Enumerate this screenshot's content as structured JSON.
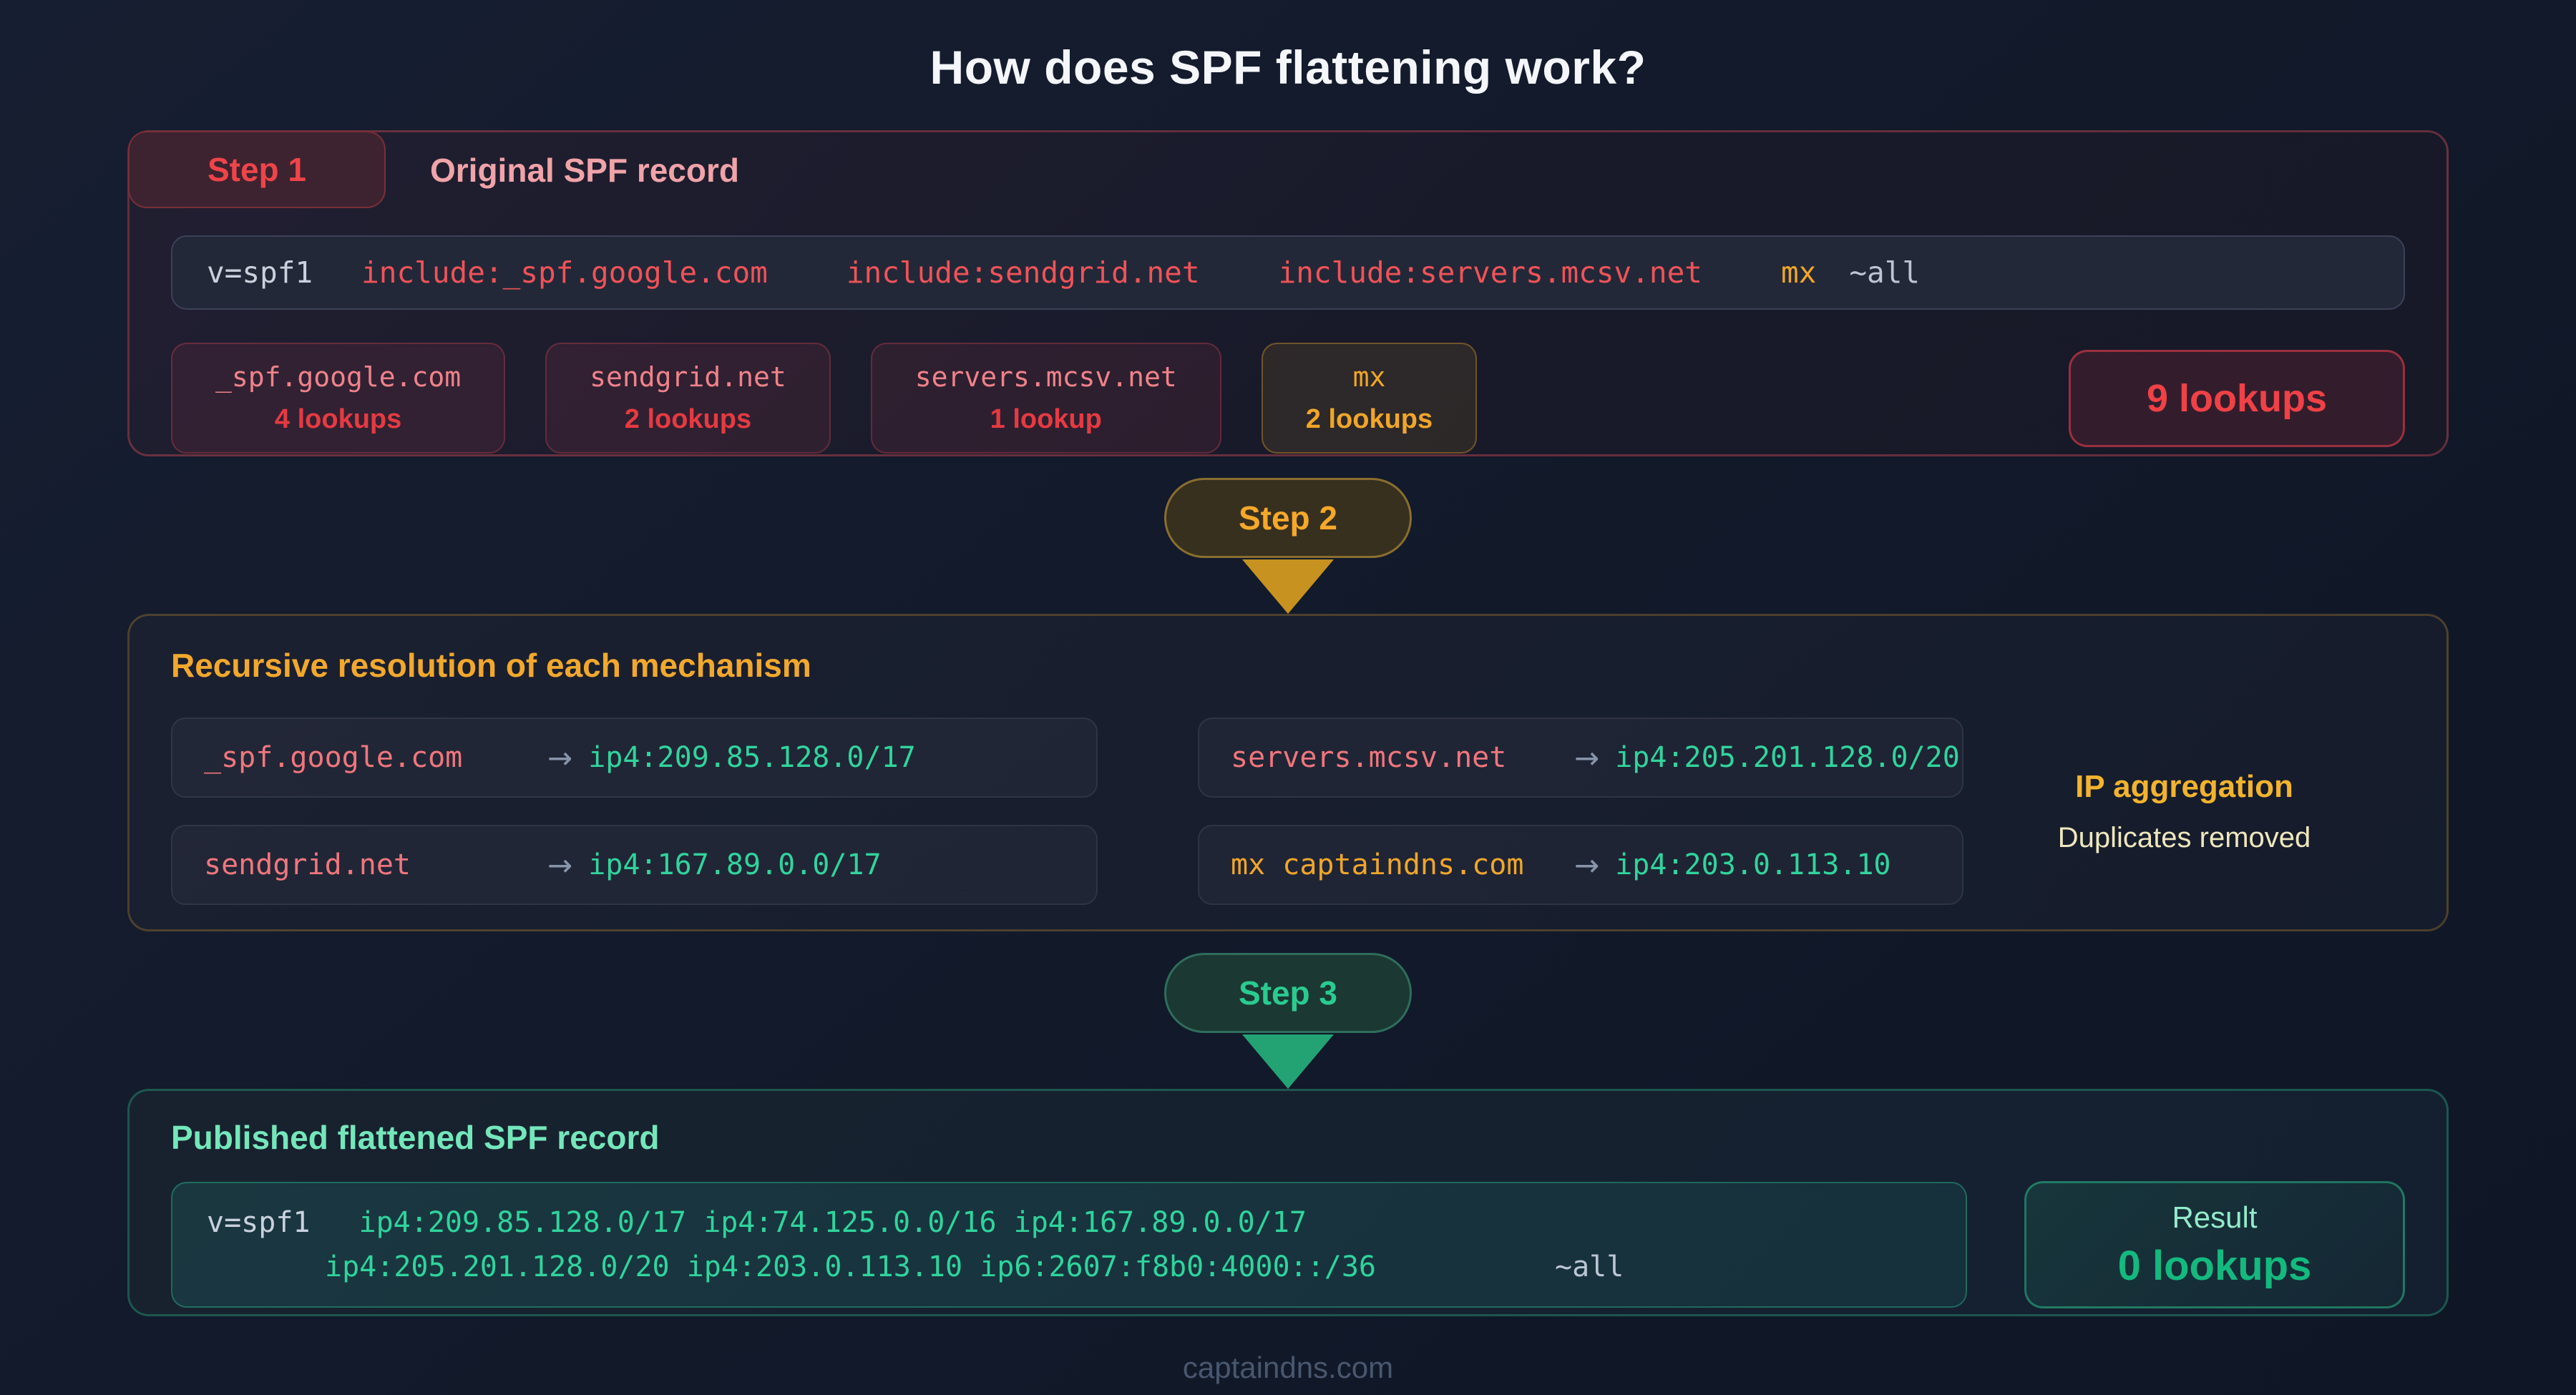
{
  "title": "How does SPF flattening work?",
  "footer": "captaindns.com",
  "colors": {
    "background": "#121a2b",
    "red_accent": "#ef4146",
    "pink_text": "#f0a3a8",
    "amber_accent": "#f0a62a",
    "green_accent": "#2fd49c",
    "result_green": "#14b97e",
    "muted_gray": "#bcc5d2"
  },
  "step1": {
    "badge": "Step 1",
    "heading": "Original SPF record",
    "record": {
      "version": "v=spf1",
      "include1": "include:_spf.google.com",
      "include2": "include:sendgrid.net",
      "include3": "include:servers.mcsv.net",
      "mx": "mx",
      "all": "~all"
    },
    "chips": [
      {
        "label": "_spf.google.com",
        "count": "4 lookups"
      },
      {
        "label": "sendgrid.net",
        "count": "2 lookups"
      },
      {
        "label": "servers.mcsv.net",
        "count": "1 lookup"
      },
      {
        "label": "mx",
        "count": "2 lookups"
      }
    ],
    "total": "9 lookups"
  },
  "step2": {
    "badge": "Step 2",
    "heading": "Recursive resolution of each mechanism",
    "arrow": "→",
    "rows": [
      {
        "source": "_spf.google.com",
        "result": "ip4:209.85.128.0/17"
      },
      {
        "source": "servers.mcsv.net",
        "result": "ip4:205.201.128.0/20"
      },
      {
        "source": "sendgrid.net",
        "result": "ip4:167.89.0.0/17"
      },
      {
        "source": "mx captaindns.com",
        "result": "ip4:203.0.113.10"
      }
    ],
    "aside": {
      "title": "IP aggregation",
      "subtitle": "Duplicates removed"
    }
  },
  "step3": {
    "badge": "Step 3",
    "heading": "Published flattened SPF record",
    "record": {
      "version": "v=spf1",
      "line1_ips": "ip4:209.85.128.0/17 ip4:74.125.0.0/16 ip4:167.89.0.0/17",
      "line2_ips": "ip4:205.201.128.0/20 ip4:203.0.113.10 ip6:2607:f8b0:4000::/36",
      "all": "~all"
    },
    "result": {
      "label": "Result",
      "value": "0 lookups"
    }
  }
}
